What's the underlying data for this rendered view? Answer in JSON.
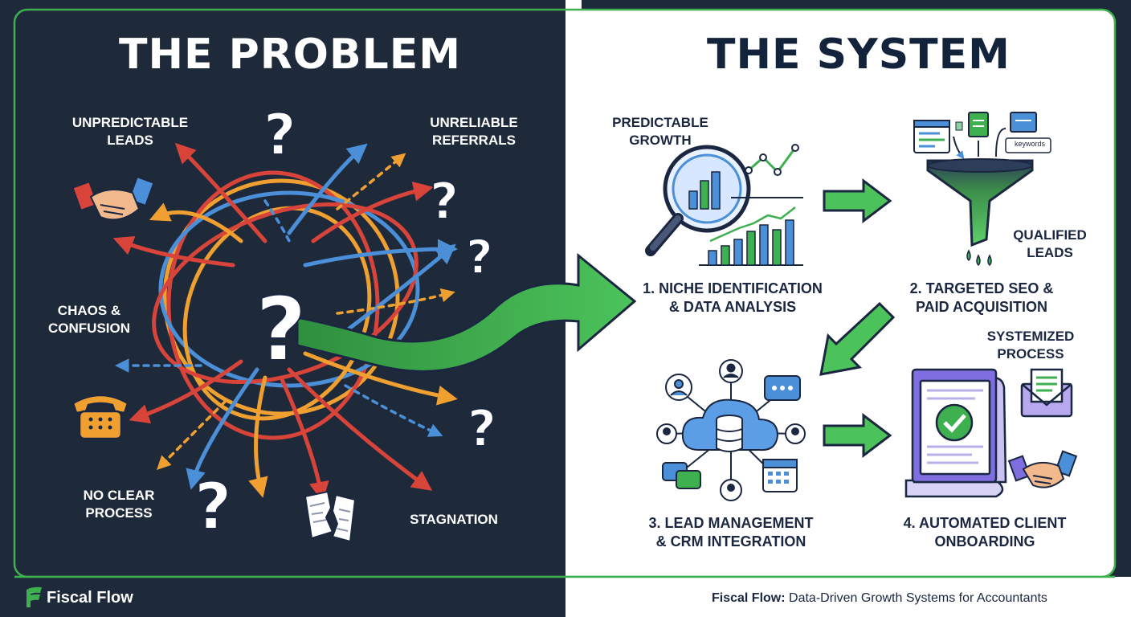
{
  "problem": {
    "title": "THE PROBLEM",
    "labels": {
      "unpredictable_line1": "UNPREDICTABLE",
      "unpredictable_line2": "LEADS",
      "unreliable_line1": "UNRELIABLE",
      "unreliable_line2": "REFERRALS",
      "chaos_line1": "CHAOS &",
      "chaos_line2": "CONFUSION",
      "noclear_line1": "NO CLEAR",
      "noclear_line2": "PROCESS",
      "stagnation": "STAGNATION"
    }
  },
  "system": {
    "title": "THE SYSTEM",
    "callouts": {
      "predictable_line1": "PREDICTABLE",
      "predictable_line2": "GROWTH",
      "qualified_line1": "QUALIFIED",
      "qualified_line2": "LEADS",
      "systemized_line1": "SYSTEMIZED",
      "systemized_line2": "PROCESS"
    },
    "steps": {
      "s1_line1": "1. NICHE IDENTIFICATION",
      "s1_line2": "& DATA ANALYSIS",
      "s2_line1": "2. TARGETED SEO &",
      "s2_line2": "PAID ACQUISITION",
      "s3_line1": "3. LEAD MANAGEMENT",
      "s3_line2": "& CRM INTEGRATION",
      "s4_line1": "4. AUTOMATED CLIENT",
      "s4_line2": "ONBOARDING"
    },
    "funnel_tag": "keywords"
  },
  "footer": {
    "brand": "Fiscal Flow",
    "tagline_brand": "Fiscal Flow:",
    "tagline_rest": " Data-Driven Growth Systems for Accountants"
  },
  "colors": {
    "dark_bg": "#1e2a3a",
    "light_bg": "#ffffff",
    "accent_green": "#3fb04f",
    "arrow_red": "#d9443a",
    "arrow_orange": "#f0a030",
    "arrow_blue": "#4a8fd8"
  }
}
